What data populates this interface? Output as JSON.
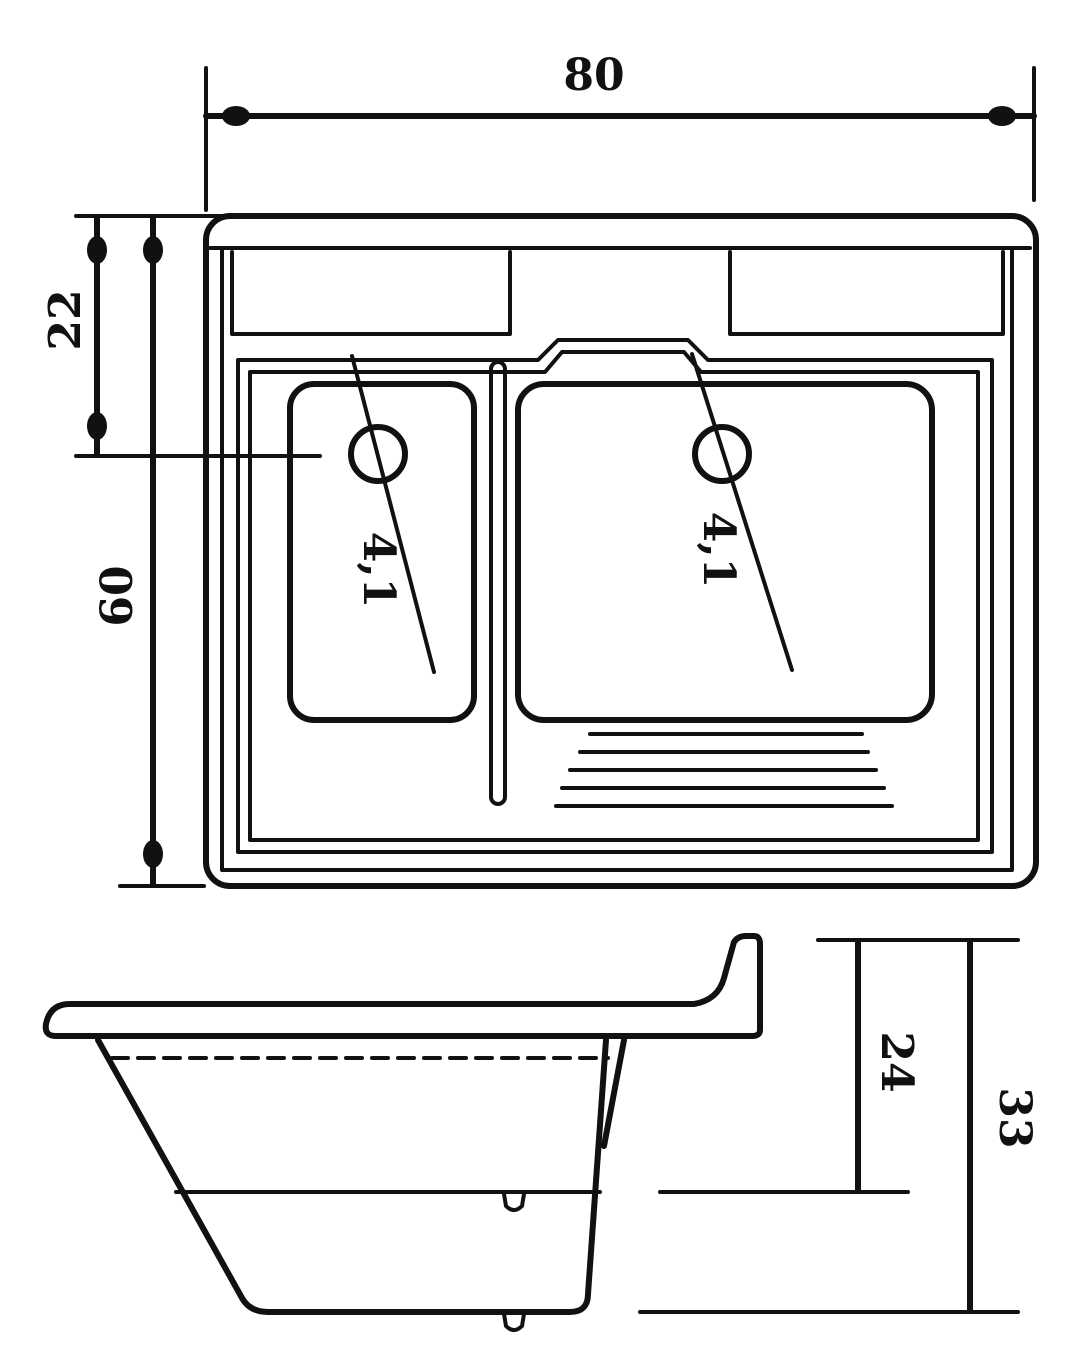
{
  "dimensions": {
    "top_width": "80",
    "rear_ledge_depth": "22",
    "overall_depth": "60",
    "left_drain_diameter": "4,1",
    "right_drain_diameter": "4,1",
    "basin_height": "24",
    "overall_height": "33"
  }
}
